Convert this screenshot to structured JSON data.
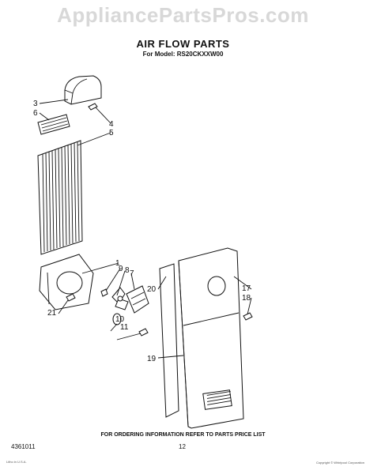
{
  "watermark": "AppliancePartsPros.com",
  "title": "AIR FLOW PARTS",
  "subtitle": "For Model: RS20CKXXW00",
  "footer_note": "FOR ORDERING INFORMATION REFER TO PARTS PRICE LIST",
  "doc_number": "4361011",
  "page_number": "12",
  "fine_print_left": "Litho in U.S.A.",
  "fine_print_right": "Copyright © Whirlpool Corporation",
  "callouts": {
    "c1": "1",
    "c3": "3",
    "c4": "4",
    "c5": "5",
    "c6": "6",
    "c7": "7",
    "c8": "8",
    "c9": "9",
    "c10": "10",
    "c11": "11",
    "c17": "17",
    "c18": "18",
    "c19": "19",
    "c20": "20",
    "c21": "21"
  }
}
